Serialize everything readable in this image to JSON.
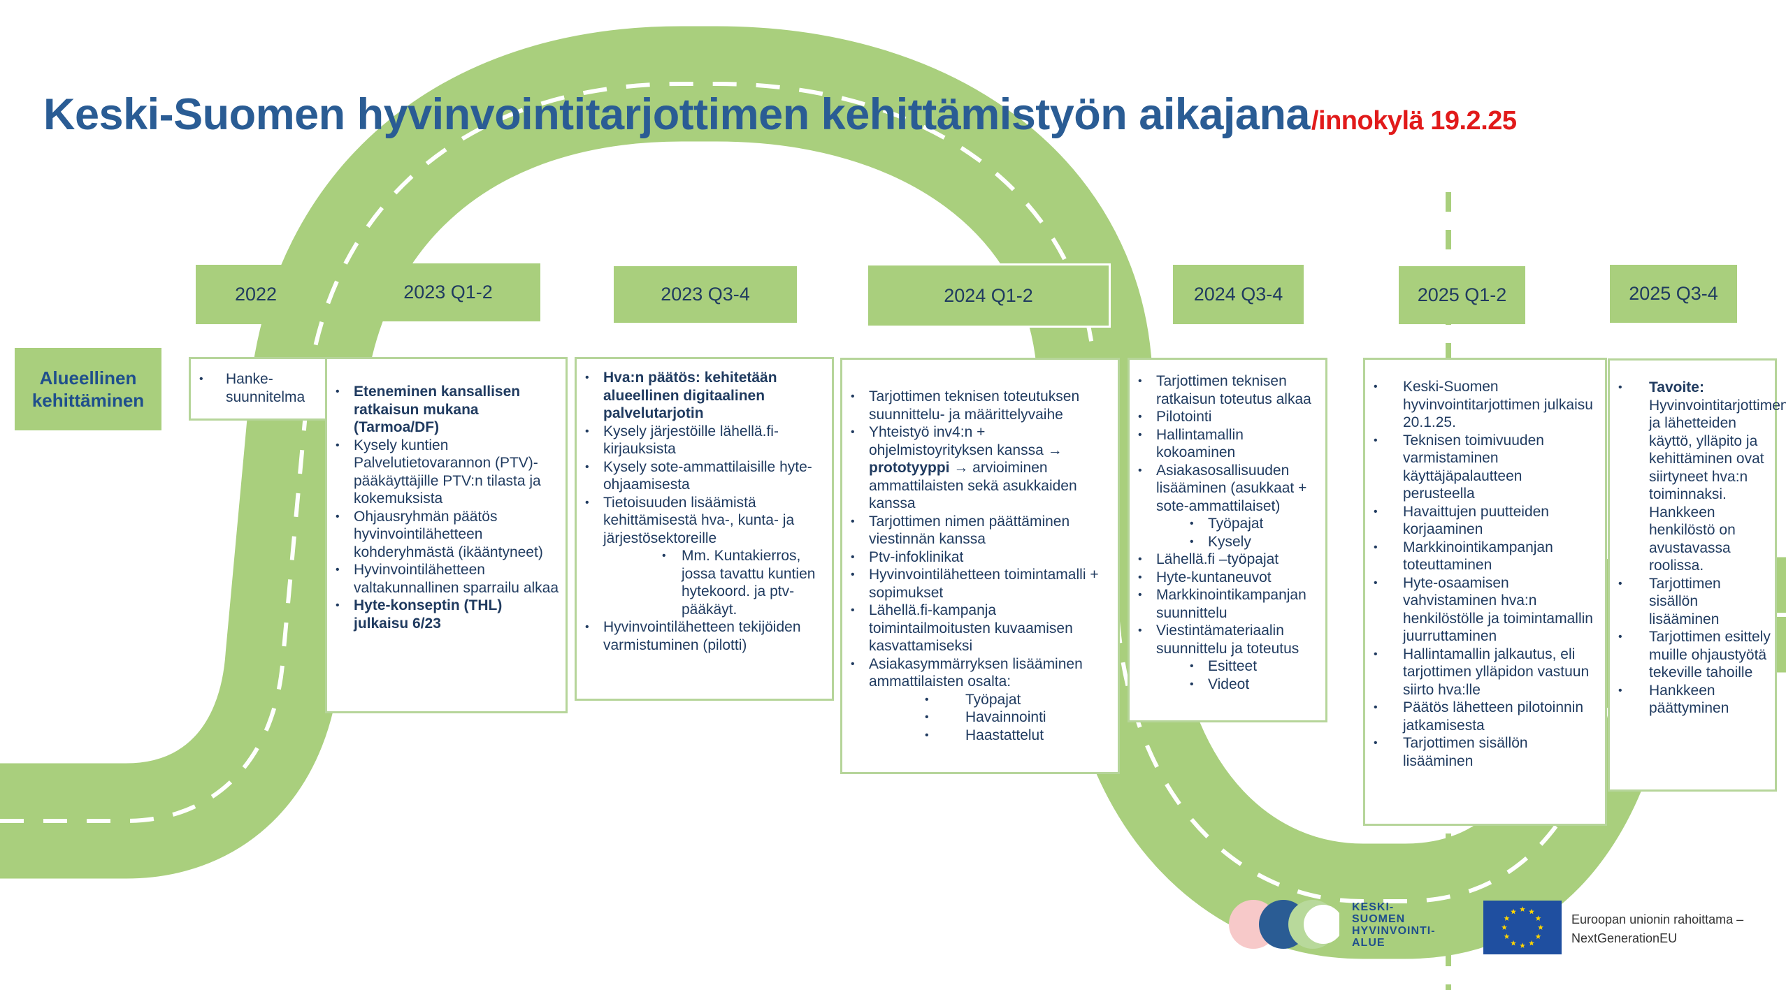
{
  "title": {
    "main": "Keski-Suomen hyvinvointitarjottimen kehittämistyön aikajana",
    "suffix": "/innokylä 19.2.25"
  },
  "colors": {
    "road": "#a9cf7d",
    "title_blue": "#2a5c94",
    "title_red": "#e11a1a",
    "card_border": "#b6d59a"
  },
  "row_label": "Alueellinen kehittäminen",
  "periods": [
    "2022",
    "2023 Q1-2",
    "2023 Q3-4",
    "2024 Q1-2",
    "2024 Q3-4",
    "2025 Q1-2",
    "2025 Q3-4"
  ],
  "cards": {
    "c2022": [
      "Hanke-suunnitelma"
    ],
    "c2023a": {
      "i0": "Eteneminen kansallisen ratkaisun mukana (Tarmoa/DF)",
      "i1": "Kysely kuntien Palvelutietovarannon (PTV)-pääkäyttäjille PTV:n tilasta ja kokemuksista",
      "i2": "Ohjausryhmän päätös hyvinvointilähetteen kohderyhmästä (ikääntyneet)",
      "i3": "Hyvinvointilähetteen valtakunnallinen sparrailu alkaa",
      "i4": "Hyte-konseptin (THL) julkaisu 6/23"
    },
    "c2023b": {
      "i0": "Hva:n päätös: kehitetään alueellinen digitaalinen palvelutarjotin",
      "i1": "Kysely järjestöille lähellä.fi-kirjauksista",
      "i2": "Kysely sote-ammattilaisille hyte-ohjaamisesta",
      "i3": "Tietoisuuden lisäämistä kehittämisestä hva-, kunta- ja järjestösektoreille",
      "s0": "Mm. Kuntakierros, jossa tavattu kuntien hytekoord. ja ptv-pääkäyt.",
      "i4": "Hyvinvointilähetteen tekijöiden varmistuminen (pilotti)"
    },
    "c2024a": {
      "i0": "Tarjottimen teknisen toteutuksen suunnittelu- ja määrittelyvaihe",
      "i1a": "Yhteistyö inv4:n + ohjelmistoyrityksen kanssa →",
      "i1b": "prototyyppi",
      "i1c": "→ arvioiminen ammattilaisten sekä asukkaiden kanssa",
      "i2": "Tarjottimen nimen päättäminen viestinnän kanssa",
      "i3": "Ptv-infoklinikat",
      "i4": "Hyvinvointilähetteen toimintamalli + sopimukset",
      "i5": "Lähellä.fi-kampanja toimintailmoitusten kuvaamisen kasvattamiseksi",
      "i6": "Asiakasymmärryksen lisääminen ammattilaisten osalta:",
      "s0": "Työpajat",
      "s1": "Havainnointi",
      "s2": "Haastattelut"
    },
    "c2024b": {
      "i0": "Tarjottimen teknisen ratkaisun toteutus alkaa",
      "i1": "Pilotointi",
      "i2": "Hallintamallin kokoaminen",
      "i3": "Asiakasosallisuuden lisääminen (asukkaat + sote-ammattilaiset)",
      "s0": "Työpajat",
      "s1": "Kysely",
      "i4": "Lähellä.fi –työpajat",
      "i5": "Hyte-kuntaneuvot",
      "i6": "Markkinointikampanjan suunnittelu",
      "i7": "Viestintämateriaalin suunnittelu ja toteutus",
      "s2": "Esitteet",
      "s3": "Videot"
    },
    "c2025a": {
      "i0": "Keski-Suomen hyvinvointitarjottimen julkaisu 20.1.25.",
      "i1": "Teknisen toimivuuden varmistaminen käyttäjäpalautteen perusteella",
      "i2": "Havaittujen puutteiden korjaaminen",
      "i3": "Markkinointikampanjan toteuttaminen",
      "i4": "Hyte-osaamisen vahvistaminen hva:n henkilöstölle ja toimintamallin juurruttaminen",
      "i5": "Hallintamallin jalkautus, eli tarjottimen ylläpidon vastuun siirto hva:lle",
      "i6": "Päätös lähetteen pilotoinnin jatkamisesta",
      "i7": "Tarjottimen sisällön lisääminen"
    },
    "c2025b": {
      "i0a": "Tavoite:",
      "i0b": "Hyvinvointitarjottimen ja lähetteiden käyttö, ylläpito ja kehittäminen ovat siirtyneet hva:n toiminnaksi. Hankkeen henkilöstö on avustavassa roolissa.",
      "i1": "Tarjottimen sisällön lisääminen",
      "i2": "Tarjottimen esittely muille ohjaustyötä tekeville tahoille",
      "i3": "Hankkeen päättyminen"
    }
  },
  "footer": {
    "logo_lines": [
      "KESKI-",
      "SUOMEN",
      "HYVINVOINTI-",
      "ALUE"
    ],
    "eu_line1": "Euroopan unionin rahoittama –",
    "eu_line2": "NextGenerationEU"
  }
}
